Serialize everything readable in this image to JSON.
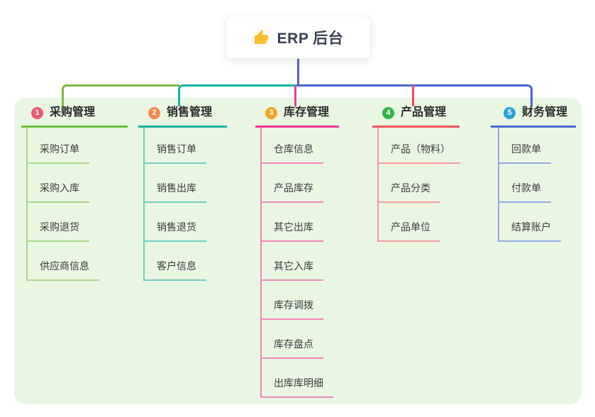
{
  "root": {
    "title": "ERP 后台",
    "icon": "thumbs-up-icon",
    "icon_color": "#F6C02E"
  },
  "colors": {
    "panel_bg": "#E9F6E2",
    "root_line": "#5B5FD3",
    "green": "#7CBC3E",
    "teal": "#13B3A3",
    "magenta": "#EC3E9B",
    "blue": "#4766D6",
    "red": "#F04A5C"
  },
  "branches": [
    {
      "badge": "1",
      "title": "采购管理",
      "badge_color": "#EE5A70",
      "accent": "#6FBE3B",
      "light": "#A9D68B",
      "children": [
        "采购订单",
        "采购入库",
        "采购退货",
        "供应商信息"
      ]
    },
    {
      "badge": "2",
      "title": "销售管理",
      "badge_color": "#F8884C",
      "accent": "#12B2A0",
      "light": "#72CEC3",
      "children": [
        "销售订单",
        "销售出库",
        "销售退货",
        "客户信息"
      ]
    },
    {
      "badge": "3",
      "title": "库存管理",
      "badge_color": "#F9A226",
      "accent": "#E8368F",
      "light": "#F287BB",
      "children": [
        "仓库信息",
        "产品库存",
        "其它出库",
        "其它入库",
        "库存调拨",
        "库存盘点",
        "出库库明细"
      ]
    },
    {
      "badge": "4",
      "title": "产品管理",
      "badge_color": "#33B348",
      "accent": "#F2555C",
      "light": "#F69CA0",
      "children": [
        "产品（物料）",
        "产品分类",
        "产品单位"
      ]
    },
    {
      "badge": "5",
      "title": "财务管理",
      "badge_color": "#2BA1DC",
      "accent": "#4769D4",
      "light": "#93A9E4",
      "children": [
        "回款单",
        "付款单",
        "结算账户"
      ]
    }
  ]
}
